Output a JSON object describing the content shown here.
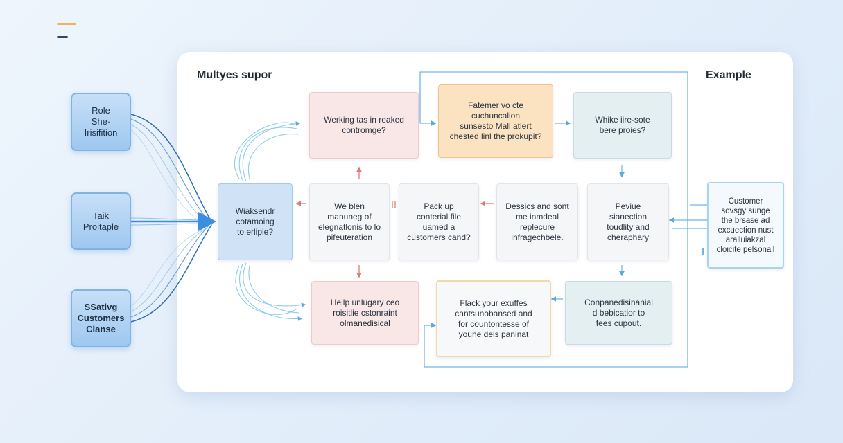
{
  "panel": {
    "title": "Multyes supor",
    "example_title": "Example"
  },
  "left_nodes": [
    "Role\nShe·\nIrisifition",
    "Taik\nProitaple",
    "SSativg\nCustomers\nClanse"
  ],
  "nodes": {
    "top_left": "Werking tas in reaked\ncontromge?",
    "top_mid": "Fatemer vo cte\ncuchuncalion\nsunsesto Mall atlert\nchested linl the prokupit?",
    "top_right": "Whike iire-sote\nbere proies?",
    "hub": "Wiaksendr\ncotamoing\nto erliple?",
    "mid_1": "We blen\nmanuneg of\nelegnatlonis to lo\npifeuteration",
    "mid_2": "Pack up\nconterial file\nuamed a\ncustomers cand?",
    "mid_3": "Dessics and sont\nme inmdeal\nreplecure\ninfragechbele.",
    "mid_4": "Peviue\nsianection\ntoudlity and\ncheraphary",
    "bottom_left": "Hellp unlugary ceo\nroisitlie cstonraint\nolmanedisical",
    "bottom_mid": "Flack your exuffes\ncantsunobansed and\nfor countontesse of\nyoune dels paninat",
    "bottom_right": "Conpanedisinanial\nd bebicatior to\nfees cupout.",
    "example": "Customer\nsovsgy sunge\nthe brsase ad\nexcuection nust\naralluiakzal\ncloicite pelsonall"
  },
  "colors": {
    "accent_blue": "#3b8ee0",
    "link_blue": "#6fb6e6",
    "arrow_red": "#e07a7a",
    "logo_orange": "#f3b15a",
    "logo_navy": "#2e4a62"
  }
}
